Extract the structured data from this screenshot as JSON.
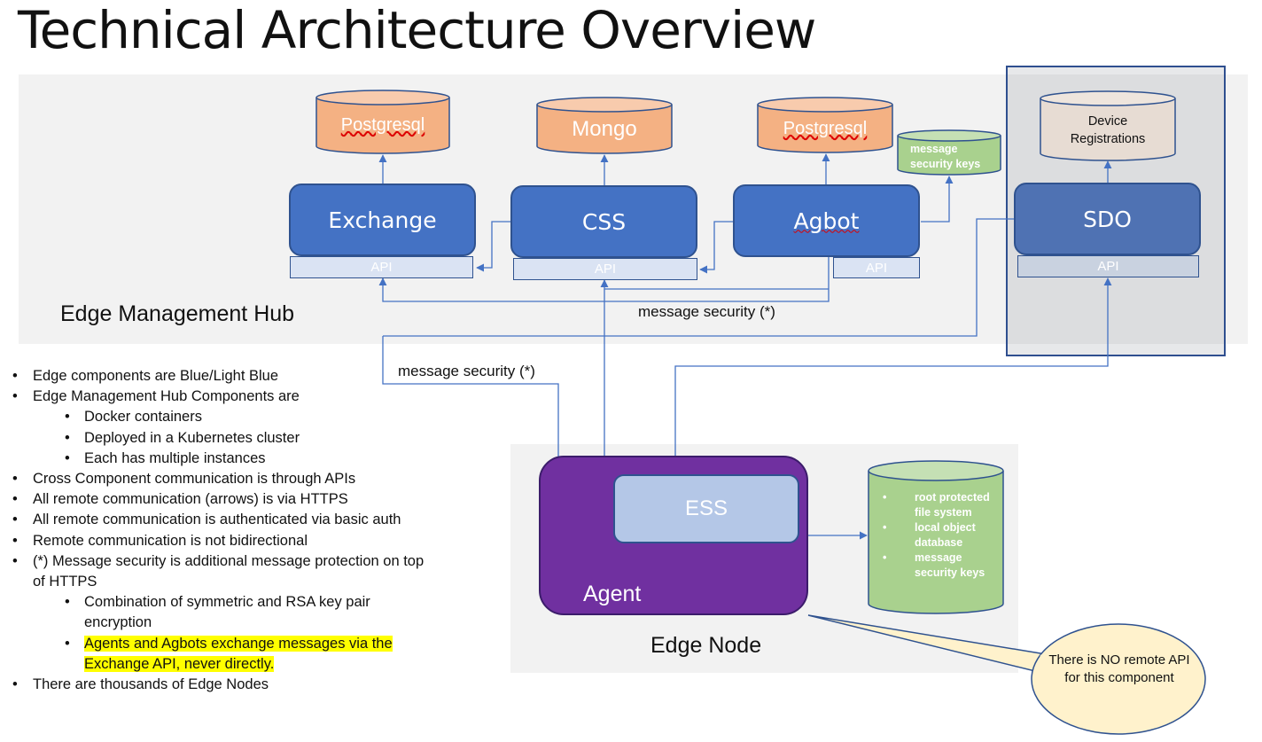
{
  "title": "Technical Architecture Overview",
  "hub": {
    "label": "Edge Management Hub",
    "components": {
      "exchange": "Exchange",
      "css": "CSS",
      "agbot": "Agbot",
      "sdo": "SDO"
    },
    "api_label": "API",
    "databases": {
      "postgres1": "Postgresql",
      "mongo": "Mongo",
      "postgres2": "Postgresql",
      "message_keys": "message security keys",
      "device_registrations": "Device Registrations"
    },
    "message_security_label": "message security (*)"
  },
  "edge_node": {
    "label": "Edge Node",
    "agent": "Agent",
    "ess": "ESS",
    "storage_items": [
      "root protected file system",
      "local object database",
      "message security keys"
    ],
    "message_security_label": "message security (*)"
  },
  "callout": "There is NO remote API for this component",
  "bullets": [
    {
      "text": "Edge components are Blue/Light Blue",
      "level": 0
    },
    {
      "text": "Edge Management Hub Components are",
      "level": 0
    },
    {
      "text": "Docker containers",
      "level": 1
    },
    {
      "text": "Deployed in a Kubernetes cluster",
      "level": 1
    },
    {
      "text": "Each has multiple instances",
      "level": 1
    },
    {
      "text": "Cross Component communication is through APIs",
      "level": 0
    },
    {
      "text": "All remote communication (arrows) is via HTTPS",
      "level": 0
    },
    {
      "text": "All remote communication is authenticated via basic auth",
      "level": 0
    },
    {
      "text": "Remote communication is not bidirectional",
      "level": 0
    },
    {
      "text": "(*) Message security is additional message protection on top of HTTPS",
      "level": 0
    },
    {
      "text": "Combination of symmetric and RSA key pair encryption",
      "level": 1
    },
    {
      "text": "Agents and Agbots exchange messages via the Exchange API, never directly.",
      "level": 1,
      "highlight": true
    },
    {
      "text": "There are thousands of Edge Nodes",
      "level": 0
    }
  ],
  "colors": {
    "component_blue": "#4472c4",
    "api_light_blue": "#dae3f3",
    "db_orange": "#f4b183",
    "db_green": "#a9d18e",
    "agent_purple": "#7030a0",
    "ess_light_blue": "#b4c7e7",
    "callout_yellow": "#fff2cc",
    "highlight": "#ffff00"
  }
}
